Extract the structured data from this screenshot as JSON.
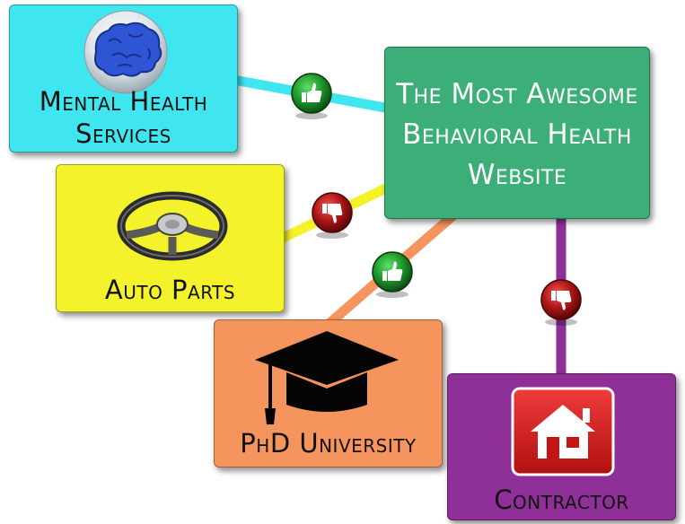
{
  "central_node": {
    "label": "The Most Awesome Behavioral Health Website",
    "color": "#3caf79"
  },
  "nodes": [
    {
      "id": "mental",
      "label": "Mental Health Services",
      "icon": "brain-icon",
      "color": "#3fe6ef",
      "link_color": "#3fe6ef",
      "verdict": "thumbs-up"
    },
    {
      "id": "auto",
      "label": "Auto Parts",
      "icon": "steering-wheel-icon",
      "color": "#f4f22a",
      "link_color": "#f4f22a",
      "verdict": "thumbs-down"
    },
    {
      "id": "phd",
      "label": "PhD University",
      "icon": "graduation-cap-icon",
      "color": "#f6945e",
      "link_color": "#f6945e",
      "verdict": "thumbs-up"
    },
    {
      "id": "contractor",
      "label": "Contractor",
      "icon": "house-icon",
      "color": "#8f2f98",
      "link_color": "#8f2f98",
      "verdict": "thumbs-down"
    }
  ],
  "verdict_colors": {
    "thumbs-up": "#1f9a2a",
    "thumbs-down": "#b01616"
  }
}
